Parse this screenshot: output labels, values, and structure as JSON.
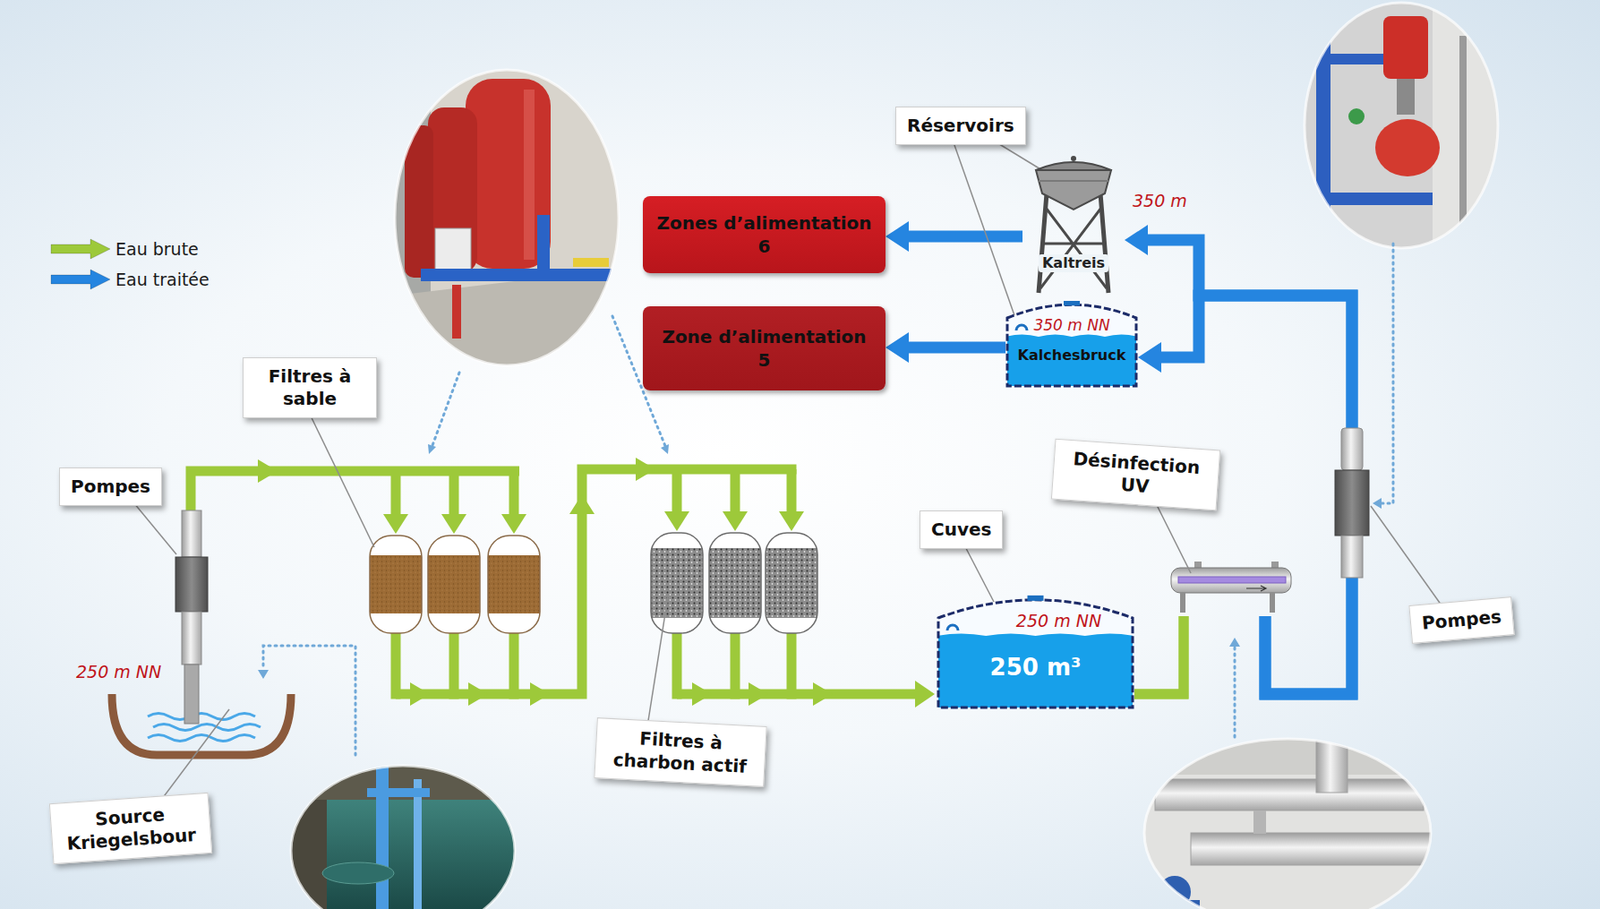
{
  "diagram": {
    "nodes": [
      {
        "text": [
          "Réservoirs"
        ]
      },
      {
        "text": [
          "Kaltreis"
        ]
      },
      {
        "text": [
          "Zones d’alimentation",
          "6"
        ]
      },
      {
        "text": [
          "Zone d’alimentation",
          "5"
        ]
      },
      {
        "text": [
          "350 m NN",
          "Kalchesbruck"
        ]
      },
      {
        "text": [
          "Filtres à sable"
        ]
      },
      {
        "text": [
          "Désinfection UV"
        ]
      },
      {
        "text": [
          "Pompes"
        ]
      },
      {
        "text": [
          "Cuves"
        ]
      },
      {
        "text": [
          "250 m NN",
          "250 m³"
        ]
      },
      {
        "text": [
          "Pompes"
        ]
      },
      {
        "text": [
          "Filtres à charbon actif"
        ]
      },
      {
        "text": [
          "Source Kriegelsbour"
        ]
      }
    ],
    "edges": [
      {
        "from": 9,
        "to": 4,
        "arrow": "to"
      },
      {
        "from": 9,
        "to": 1,
        "arrow": "to"
      },
      {
        "from": 1,
        "to": 2,
        "arrow": "to"
      },
      {
        "from": 4,
        "to": 3,
        "arrow": "to"
      }
    ],
    "labels": [
      "250 m NN",
      "350 m"
    ],
    "legend": [
      {
        "text": "Eau brute",
        "color": "#9dc93a"
      },
      {
        "text": "Eau traitée",
        "color": "#2585e0"
      }
    ]
  }
}
